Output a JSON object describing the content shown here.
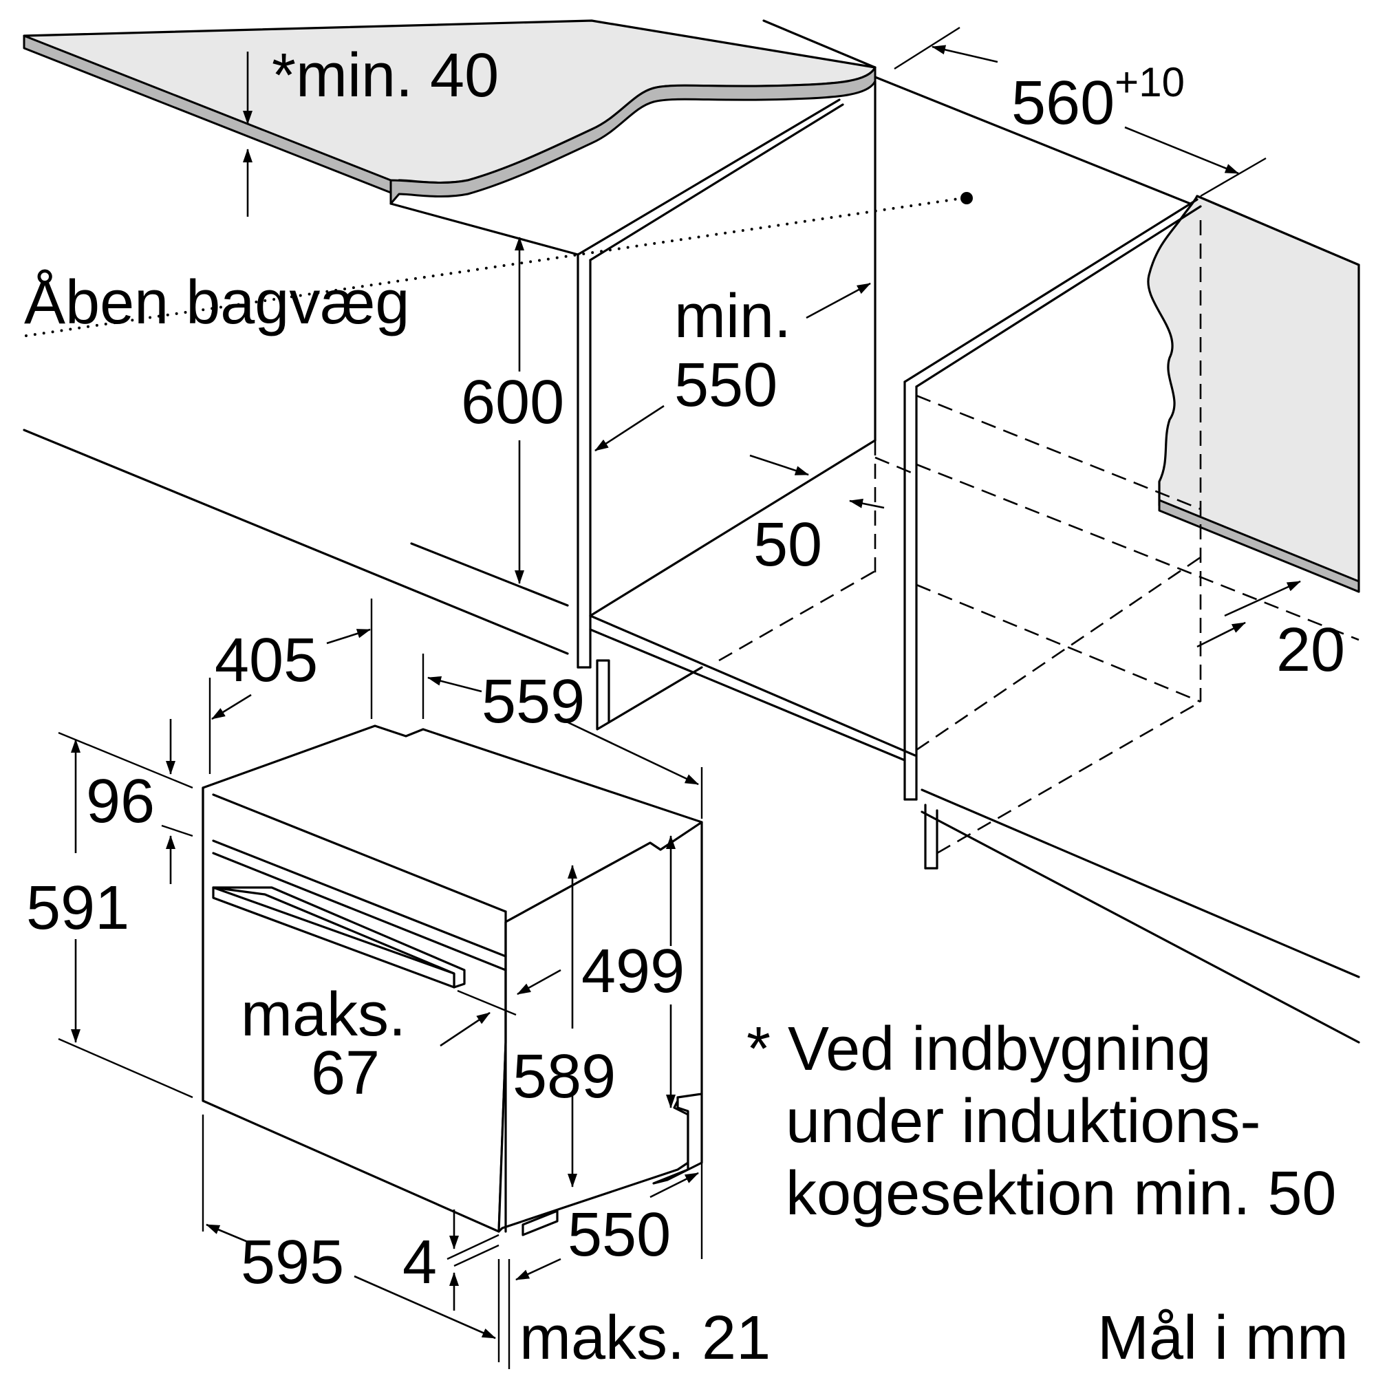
{
  "dimensions": {
    "worktop_min": "*min. 40",
    "width_top_value": "560",
    "width_top_tolerance": "+10",
    "open_back": "Åben bagvæg",
    "height_600": "600",
    "depth_min_label": "min.",
    "depth_min_value": "550",
    "gap_50": "50",
    "side_20": "20",
    "d405": "405",
    "d559": "559",
    "d96": "96",
    "d591": "591",
    "d499": "499",
    "maks_label": "maks.",
    "maks_67": "67",
    "d589": "589",
    "d550": "550",
    "d595": "595",
    "d4": "4",
    "maks_21": "maks. 21"
  },
  "footnote": {
    "line1": "* Ved indbygning",
    "line2": "under induktions-",
    "line3": "kogesektion min. 50"
  },
  "units_note": "Mål i mm"
}
